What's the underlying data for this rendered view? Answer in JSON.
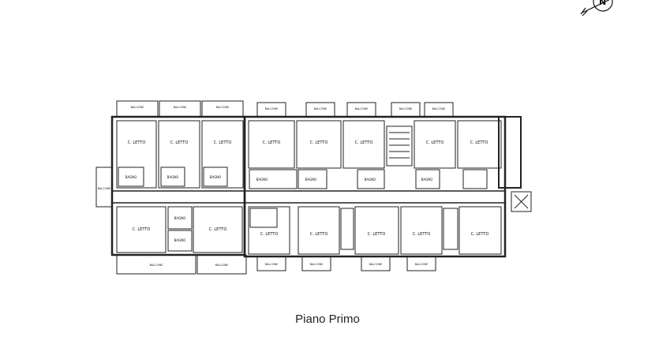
{
  "caption": "Piano Primo",
  "north_label": "N",
  "labels": {
    "bedroom": "C. LETTO",
    "bath": "BAGNO",
    "balcony": "BALCONE"
  },
  "colors": {
    "line": "#222222",
    "background": "#ffffff"
  }
}
